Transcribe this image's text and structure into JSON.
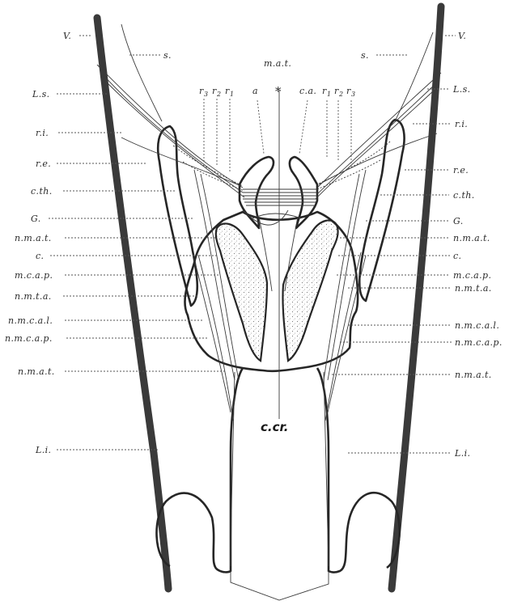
{
  "figure": {
    "labels_left": [
      {
        "key": "V",
        "text": "V."
      },
      {
        "key": "Ls",
        "text": "L.s."
      },
      {
        "key": "ri",
        "text": "r.i."
      },
      {
        "key": "re",
        "text": "r.e."
      },
      {
        "key": "cth",
        "text": "c.th."
      },
      {
        "key": "G",
        "text": "G."
      },
      {
        "key": "nmat1",
        "text": "n.m.a.t."
      },
      {
        "key": "c",
        "text": "c."
      },
      {
        "key": "mcap",
        "text": "m.c.a.p."
      },
      {
        "key": "nmta",
        "text": "n.m.t.a."
      },
      {
        "key": "nmcal",
        "text": "n.m.c.a.l."
      },
      {
        "key": "nmcap",
        "text": "n.m.c.a.p."
      },
      {
        "key": "nmat2",
        "text": "n.m.a.t."
      },
      {
        "key": "Li",
        "text": "L.i."
      }
    ],
    "labels_right": [
      {
        "key": "V",
        "text": "V."
      },
      {
        "key": "Ls",
        "text": "L.s."
      },
      {
        "key": "ri",
        "text": "r.i."
      },
      {
        "key": "re",
        "text": "r.e."
      },
      {
        "key": "cth",
        "text": "c.th."
      },
      {
        "key": "G",
        "text": "G."
      },
      {
        "key": "nmat1",
        "text": "n.m.a.t."
      },
      {
        "key": "c",
        "text": "c."
      },
      {
        "key": "mcap",
        "text": "m.c.a.p."
      },
      {
        "key": "nmta",
        "text": "n.m.t.a."
      },
      {
        "key": "nmcal",
        "text": "n.m.c.a.l."
      },
      {
        "key": "nmcap",
        "text": "n.m.c.a.p."
      },
      {
        "key": "nmat2",
        "text": "n.m.a.t."
      },
      {
        "key": "Li",
        "text": "L.i."
      }
    ],
    "top_labels": {
      "s_left": "s.",
      "s_right": "s.",
      "mat": "m.a.t.",
      "asterisk": "*",
      "a": "a",
      "ca": "c.a.",
      "r3_left": "r",
      "r2_left": "r",
      "r1_left": "r",
      "r1_right": "r",
      "r2_right": "r",
      "r3_right": "r",
      "sub1": "1",
      "sub2": "2",
      "sub3": "3"
    },
    "center_label": "c.cr."
  }
}
